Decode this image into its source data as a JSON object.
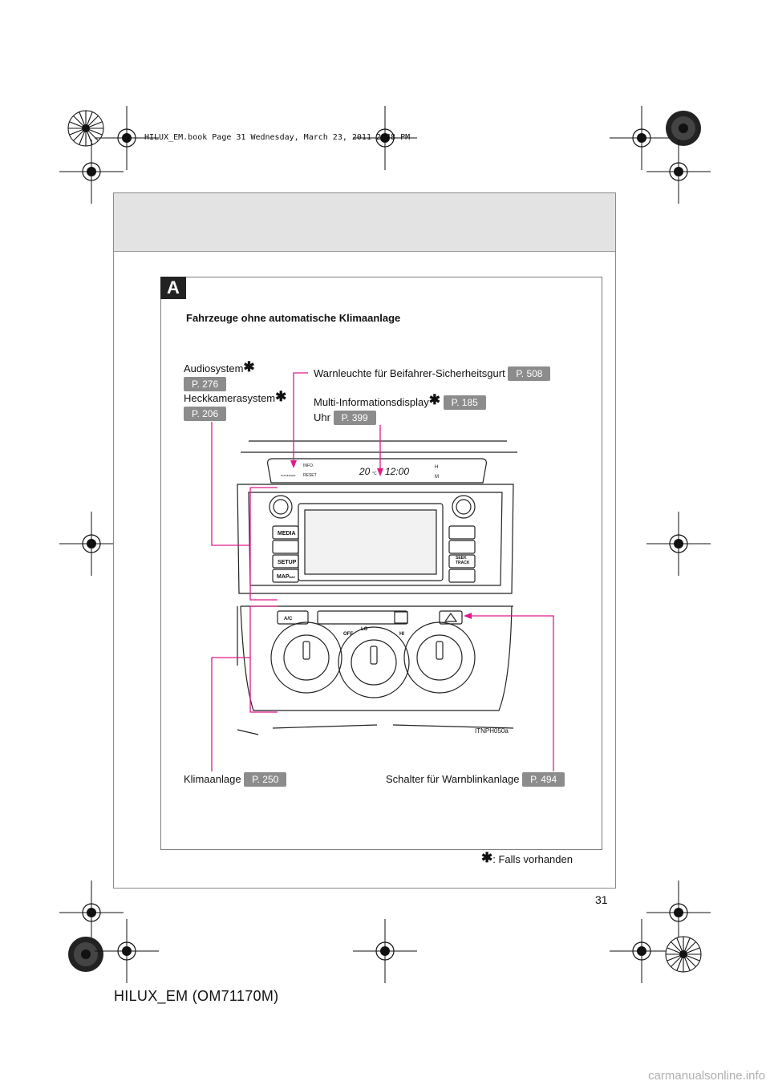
{
  "print_header": "HILUX_EM.book  Page 31  Wednesday, March 23, 2011  2:48 PM",
  "section": {
    "badge": "A",
    "subtitle": "Fahrzeuge ohne automatische Klimaanlage"
  },
  "callouts": {
    "audio": {
      "label": "Audiosystem",
      "page": "P. 276"
    },
    "camera": {
      "label": "Heckkamerasystem",
      "page": "P. 206"
    },
    "seatbelt": {
      "label": "Warnleuchte für Beifahrer-Sicherheitsgurt",
      "page": "P. 508"
    },
    "mid": {
      "label": "Multi-Informationsdisplay",
      "page": "P. 185"
    },
    "clock": {
      "label": "Uhr",
      "page": "P. 399"
    },
    "climate": {
      "label": "Klimaanlage",
      "page": "P. 250"
    },
    "hazard": {
      "label": "Schalter für Warnblinkanlage",
      "page": "P. 494"
    }
  },
  "illustration": {
    "display_temp": "20",
    "display_temp_unit": "°C",
    "display_clock": "12:00",
    "info_label": "INFO.",
    "reset_label": "RESET",
    "passenger_label": "PASSENGER",
    "h_label": "H",
    "m_label": "M",
    "buttons": {
      "media": "MEDIA",
      "setup": "SETUP",
      "map": "MAP",
      "nav": "NAV",
      "seek": "SEEK",
      "track": "TRACK",
      "ac": "A/C"
    },
    "fan_labels": {
      "off": "OFF",
      "lo": "LO",
      "hi": "HI"
    },
    "figure_code": "ITNPH050a"
  },
  "footnote": {
    "symbol": "✱",
    "text": ": Falls vorhanden"
  },
  "page_number": "31",
  "doc_code": "HILUX_EM (OM71170M)",
  "watermark": "carmanualsonline.info",
  "colors": {
    "leader": "#e0198a",
    "page_ref_bg": "#8c8c8c",
    "header_band": "#e3e3e3"
  }
}
